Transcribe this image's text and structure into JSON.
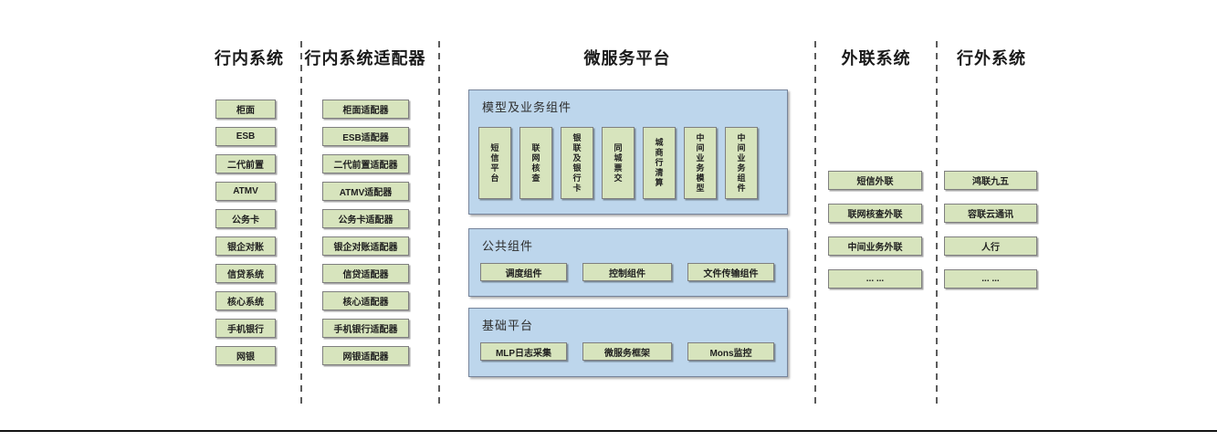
{
  "colors": {
    "box_green": "#d7e4bd",
    "panel_blue": "#bdd6ec",
    "box_border": "#7f7f7f",
    "separator": "#5c5c5c",
    "bottom_rule": "#141414"
  },
  "columns": {
    "internal_systems": {
      "title": "行内系统",
      "items": [
        "柜面",
        "ESB",
        "二代前置",
        "ATMV",
        "公务卡",
        "银企对账",
        "信贷系统",
        "核心系统",
        "手机银行",
        "网银"
      ]
    },
    "internal_adapters": {
      "title": "行内系统适配器",
      "items": [
        "柜面适配器",
        "ESB适配器",
        "二代前置适配器",
        "ATMV适配器",
        "公务卡适配器",
        "银企对账适配器",
        "信贷适配器",
        "核心适配器",
        "手机银行适配器",
        "网银适配器"
      ]
    },
    "platform": {
      "title": "微服务平台",
      "model_group": {
        "title": "模型及业务组件",
        "items": [
          "短信平台",
          "联网核查",
          "银联及银行卡",
          "同城票交",
          "城商行清算",
          "中间业务模型",
          "中间业务组件"
        ]
      },
      "common_group": {
        "title": "公共组件",
        "items": [
          "调度组件",
          "控制组件",
          "文件传输组件"
        ]
      },
      "base_group": {
        "title": "基础平台",
        "items": [
          "MLP日志采集",
          "微服务框架",
          "Mons监控"
        ]
      }
    },
    "external_link_systems": {
      "title": "外联系统",
      "items": [
        "短信外联",
        "联网核查外联",
        "中间业务外联",
        "... ..."
      ]
    },
    "outside_systems": {
      "title": "行外系统",
      "items": [
        "鸿联九五",
        "容联云通讯",
        "人行",
        "... ..."
      ]
    }
  }
}
